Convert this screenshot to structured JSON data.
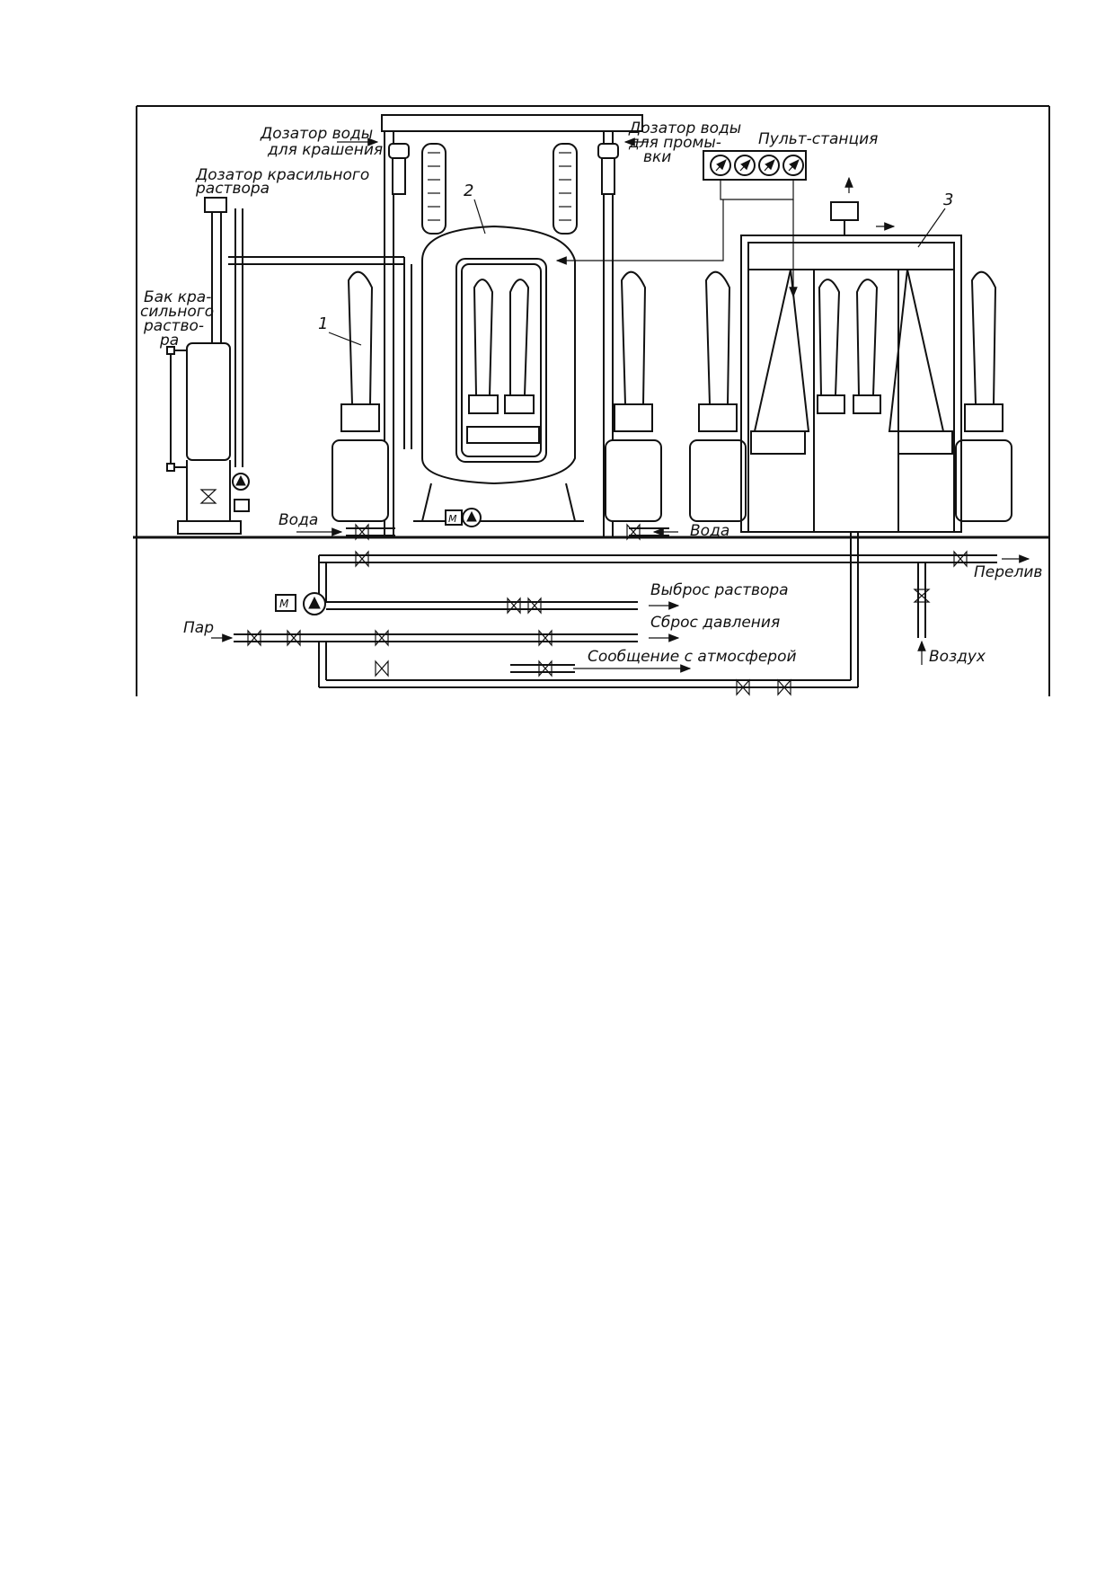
{
  "labels": {
    "dye_water_dispenser_1": "Дозатор воды",
    "dye_water_dispenser_2": "для крашения",
    "dye_solution_dispenser_1": "Дозатор красильного",
    "dye_solution_dispenser_2": "раствора",
    "rinse_water_dispenser_1": "Дозатор воды",
    "rinse_water_dispenser_2": "для промы-",
    "rinse_water_dispenser_3": "вки",
    "control_station": "Пульт-станция",
    "tank_1": "Бак кра-",
    "tank_2": "сильного",
    "tank_3": "раство-",
    "tank_4": "ра",
    "water_left": "Вода",
    "water_right": "Вода",
    "overflow": "Перелив",
    "solution_discharge": "Выброс раствора",
    "pressure_release": "Сброс давления",
    "atmosphere_link": "Сообщение с атмосферой",
    "steam": "Пар",
    "air": "Воздух",
    "motor_m": "М"
  },
  "callouts": {
    "c1": "1",
    "c2": "2",
    "c3": "3"
  }
}
